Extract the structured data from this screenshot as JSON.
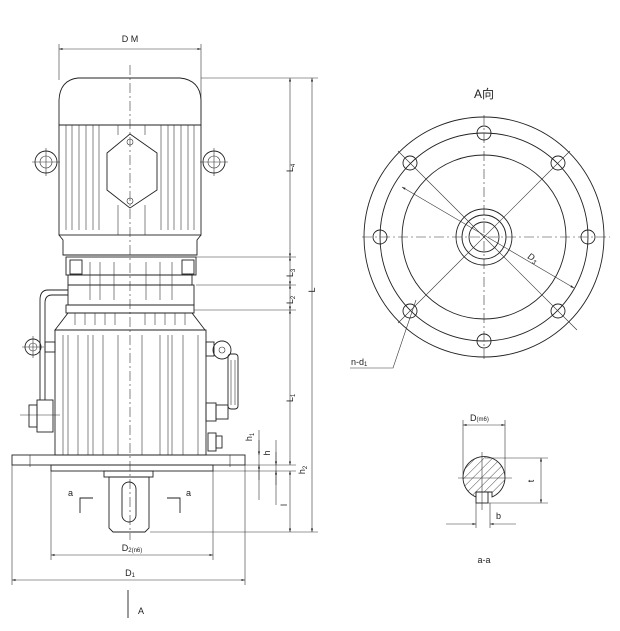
{
  "front_view": {
    "dm": "D M",
    "L": "L",
    "L4": {
      "main": "L",
      "sub": "4"
    },
    "L3": {
      "main": "L",
      "sub": "3"
    },
    "L2": {
      "main": "L",
      "sub": "2"
    },
    "L1": {
      "main": "L",
      "sub": "1"
    },
    "h1": {
      "main": "h",
      "sub": "1"
    },
    "h": "h",
    "h2": {
      "main": "h",
      "sub": "2"
    },
    "l": "l",
    "a_left": "a",
    "a_right": "a",
    "D2": {
      "main": "D",
      "sub": "2(n6)"
    },
    "D1": {
      "main": "D",
      "sub": "1"
    },
    "view_arrow": "A"
  },
  "end_view": {
    "title": "A向",
    "D3": {
      "main": "D",
      "sub": "3"
    },
    "nd1": {
      "main": "n-d",
      "sub": "1"
    }
  },
  "section": {
    "D": {
      "main": "D",
      "sub": "(m6)"
    },
    "t": "t",
    "b": "b",
    "title": "a-a"
  }
}
